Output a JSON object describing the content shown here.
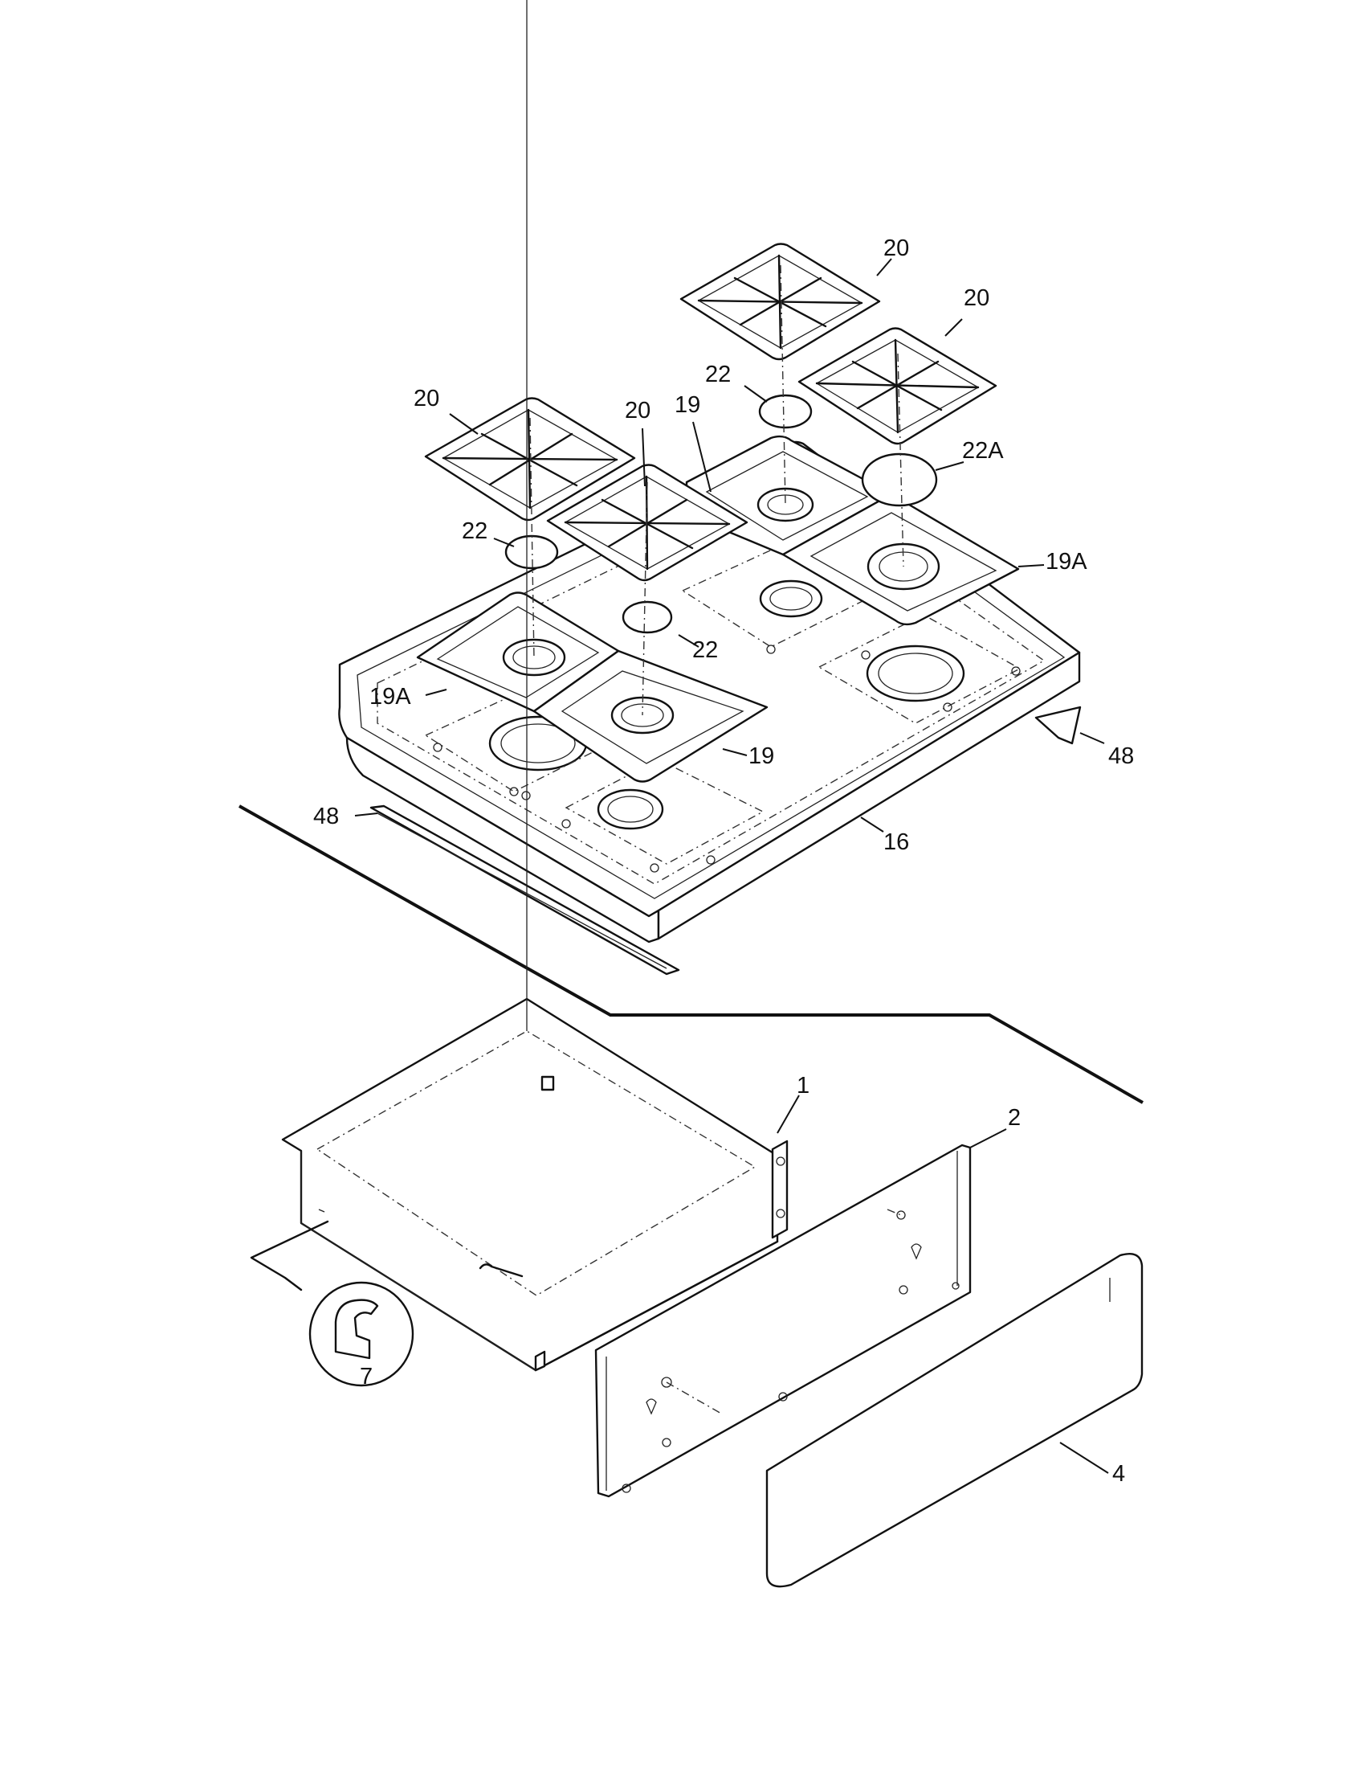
{
  "callouts": [
    {
      "id": "grate-rear-center",
      "text": "20"
    },
    {
      "id": "grate-rear-right",
      "text": "20"
    },
    {
      "id": "grate-front-left",
      "text": "20"
    },
    {
      "id": "grate-front-center",
      "text": "20"
    },
    {
      "id": "cap-rear",
      "text": "22"
    },
    {
      "id": "cap-large-right",
      "text": "22A"
    },
    {
      "id": "cap-left",
      "text": "22"
    },
    {
      "id": "cap-center",
      "text": "22"
    },
    {
      "id": "drip-pan-rear",
      "text": "19"
    },
    {
      "id": "drip-pan-right",
      "text": "19A"
    },
    {
      "id": "drip-pan-left",
      "text": "19A"
    },
    {
      "id": "drip-pan-front",
      "text": "19"
    },
    {
      "id": "trim-right",
      "text": "48"
    },
    {
      "id": "trim-left",
      "text": "48"
    },
    {
      "id": "cooktop",
      "text": "16"
    },
    {
      "id": "drawer-body",
      "text": "1"
    },
    {
      "id": "drawer-front-panel",
      "text": "2"
    },
    {
      "id": "drawer-handle-panel",
      "text": "4"
    },
    {
      "id": "drawer-clip",
      "text": "7"
    }
  ]
}
